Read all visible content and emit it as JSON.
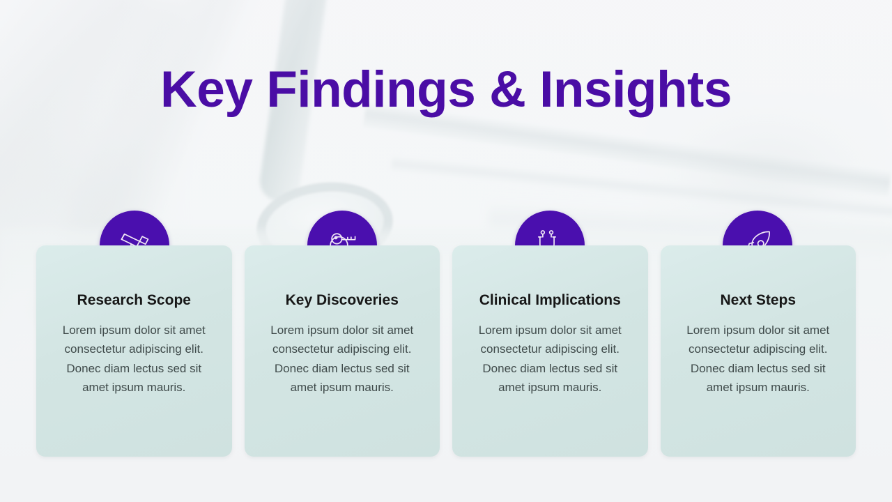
{
  "slide": {
    "title": "Key Findings & Insights",
    "background_description": "faded photograph of a stethoscope and medical instruments on a white surface",
    "colors": {
      "title_purple": "#4a0da5",
      "badge_purple": "#4a0fae",
      "card_mint": "#d3e5e3",
      "slide_background": "#f2f3f5",
      "card_title_text": "#171717",
      "card_body_text": "#3f4a4a",
      "icon_stroke": "#f2e9f6"
    }
  },
  "cards": [
    {
      "icon": "telescope-icon",
      "title": "Research Scope",
      "body": "Lorem ipsum dolor sit amet consectetur adipiscing elit. Donec diam lectus sed sit amet ipsum mauris."
    },
    {
      "icon": "key-magnifier-icon",
      "title": "Key Discoveries",
      "body": "Lorem ipsum dolor sit amet consectetur adipiscing elit. Donec diam lectus sed sit amet ipsum mauris."
    },
    {
      "icon": "stethoscope-icon",
      "title": "Clinical Implications",
      "body": "Lorem ipsum dolor sit amet consectetur adipiscing elit. Donec diam lectus sed sit amet ipsum mauris."
    },
    {
      "icon": "rocket-icon",
      "title": "Next Steps",
      "body": "Lorem ipsum dolor sit amet consectetur adipiscing elit. Donec diam lectus sed sit amet ipsum mauris."
    }
  ]
}
